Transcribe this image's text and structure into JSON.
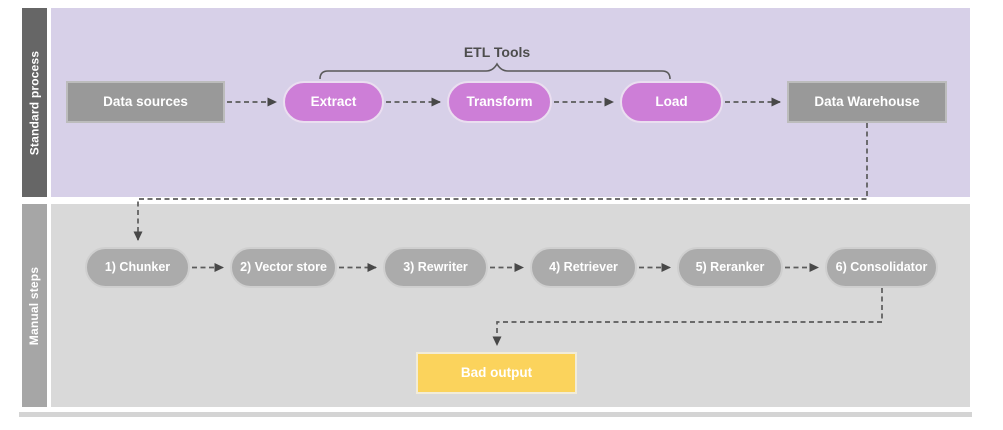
{
  "diagram": {
    "lanes": [
      {
        "label": "Standard process"
      },
      {
        "label": "Manual steps"
      }
    ],
    "standard_process": {
      "data_sources": "Data sources",
      "etl_tools_label": "ETL Tools",
      "etl_steps": [
        "Extract",
        "Transform",
        "Load"
      ],
      "data_warehouse": "Data Warehouse"
    },
    "manual_steps": {
      "steps": [
        "1) Chunker",
        "2) Vector store",
        "3) Rewriter",
        "4) Retriever",
        "5) Reranker",
        "6) Consolidator"
      ],
      "bad_output": "Bad output"
    },
    "colors": {
      "lane1_background": "#d7d0e8",
      "lane1_label_bar": "#666666",
      "lane2_background": "#d9d9d9",
      "lane2_label_bar": "#a6a6a6",
      "process_box": "#999999",
      "etl_pill": "#cd7ed7",
      "manual_pill": "#ababab",
      "bad_output_box": "#fbd35c",
      "connector_line": "#5b5b5b",
      "node_text": "#ffffff"
    }
  }
}
